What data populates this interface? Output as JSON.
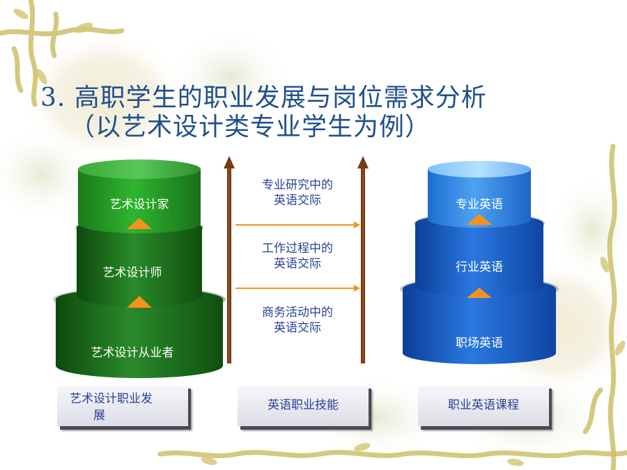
{
  "title": {
    "line1": "3. 高职学生的职业发展与岗位需求分析",
    "line2": "（以艺术设计类专业学生为例）"
  },
  "left_stack": [
    {
      "label": "艺术设计家"
    },
    {
      "label": "艺术设计师"
    },
    {
      "label": "艺术设计从业者"
    }
  ],
  "right_stack": [
    {
      "label": "专业英语"
    },
    {
      "label": "行业英语"
    },
    {
      "label": "职场英语"
    }
  ],
  "middle_items": [
    {
      "line1": "专业研究中的",
      "line2": "英语交际"
    },
    {
      "line1": "工作过程中的",
      "line2": "英语交际"
    },
    {
      "line1": "商务活动中的",
      "line2": "英语交际"
    }
  ],
  "bottom_boxes": {
    "left_line1": "艺术设计职业发",
    "left_line2": "展",
    "middle": "英语职业技能",
    "right": "职业英语课程"
  },
  "colors": {
    "title": "#1f4f8c",
    "green_stack": "#1f8a1f",
    "blue_stack": "#1f6fd1",
    "arrow_brown": "#7a3a14",
    "arrow_orange": "#f5921e",
    "triangle": "#f5921e",
    "text_blue": "#2a3f9a"
  }
}
